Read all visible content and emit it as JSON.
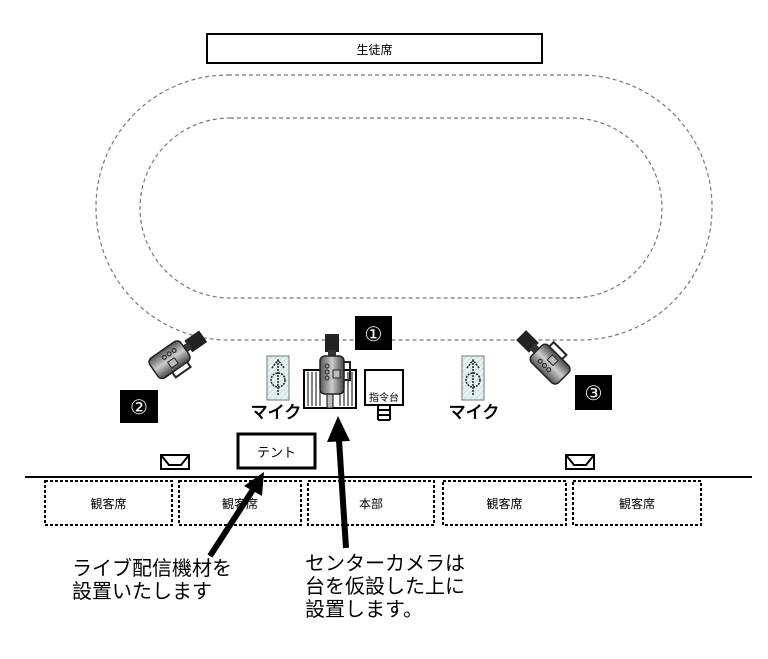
{
  "student_seats": "生徒席",
  "cameras": [
    {
      "number": "①"
    },
    {
      "number": "②"
    },
    {
      "number": "③"
    }
  ],
  "mic_label": "マイク",
  "podium_label": "指令台",
  "tent_label": "テント",
  "seats": [
    "観客席",
    "観客席",
    "本部",
    "観客席",
    "観客席"
  ],
  "note_left": [
    "ライブ配信機材を",
    "設置いたします"
  ],
  "note_center": [
    "センターカメラは",
    "台を仮設した上に",
    "設置します。"
  ]
}
